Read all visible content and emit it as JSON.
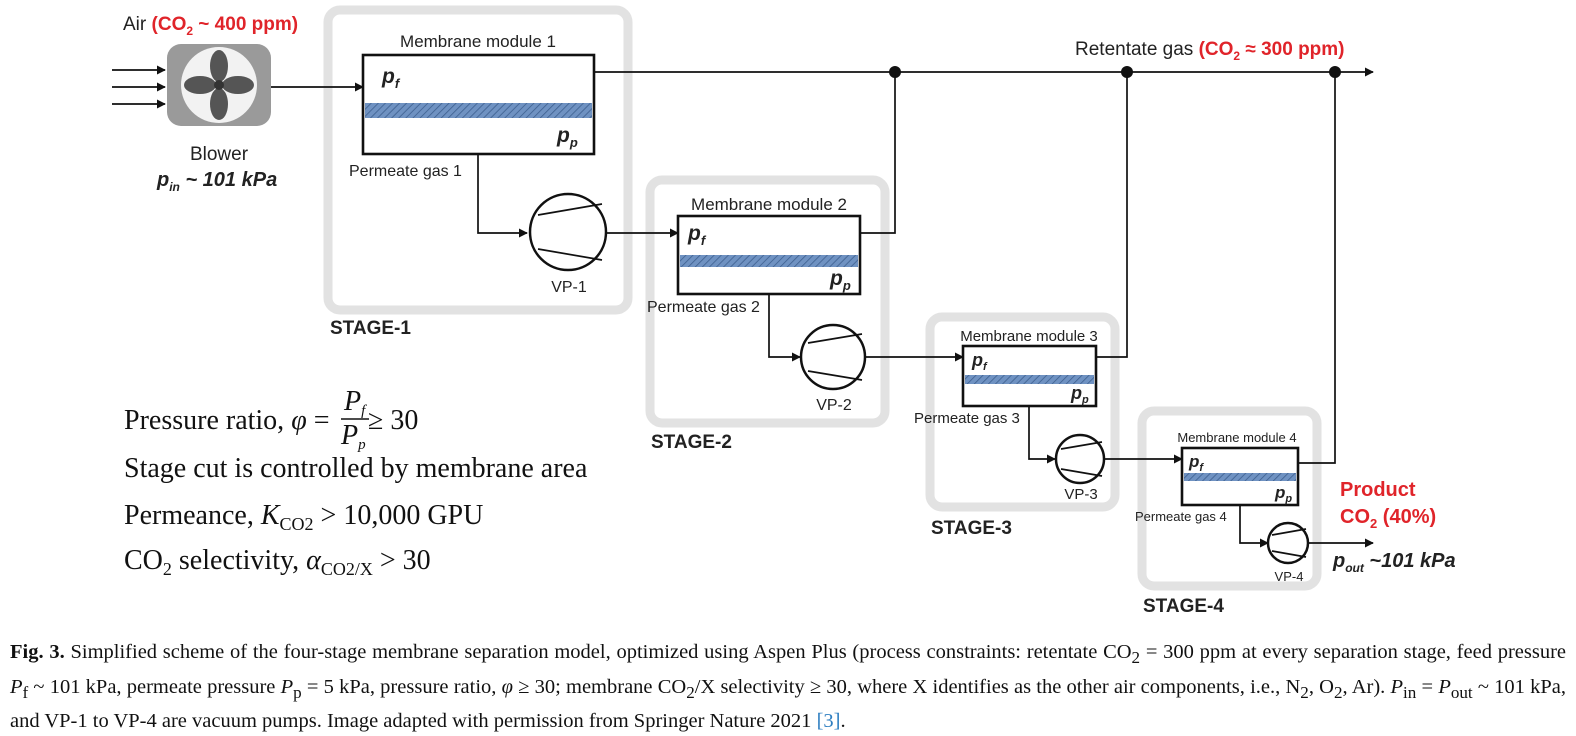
{
  "inlet": {
    "air_label": "Air",
    "co2_label": "(CO",
    "co2_sub": "2",
    "co2_value": " ~ 400 ppm)",
    "blower_label": "Blower",
    "pin_label": "p",
    "pin_sub": "in",
    "pin_value": " ~ 101 kPa"
  },
  "retentate": {
    "label": "Retentate gas",
    "co2_label": "(CO",
    "co2_sub": "2",
    "co2_value": " ≈ 300 ppm)"
  },
  "pressure_symbols": {
    "feed": "p",
    "feed_sub": "f",
    "permeate": "p",
    "permeate_sub": "p"
  },
  "stages": [
    {
      "stage_label": "STAGE-1",
      "module_label": "Membrane module 1",
      "permeate_label": "Permeate gas 1",
      "pump_label": "VP-1"
    },
    {
      "stage_label": "STAGE-2",
      "module_label": "Membrane module 2",
      "permeate_label": "Permeate gas 2",
      "pump_label": "VP-2"
    },
    {
      "stage_label": "STAGE-3",
      "module_label": "Membrane module 3",
      "permeate_label": "Permeate gas 3",
      "pump_label": "VP-3"
    },
    {
      "stage_label": "STAGE-4",
      "module_label": "Membrane module 4",
      "permeate_label": "Permeate gas 4",
      "pump_label": "VP-4"
    }
  ],
  "product": {
    "line1": "Product",
    "line2_a": "CO",
    "line2_sub": "2",
    "line2_b": " (40%)",
    "pout_label": "p",
    "pout_sub": "out",
    "pout_value": " ~101 kPa"
  },
  "notes": {
    "pressure_ratio_label": "Pressure ratio, ",
    "phi": "φ",
    "equals": " = ",
    "numerator": "P",
    "numerator_sub": "f",
    "denominator": "P",
    "denominator_sub": "p",
    "ratio_tail": " ≥ 30",
    "stage_cut": "Stage cut is controlled by membrane area",
    "permeance_label": "Permeance, ",
    "permeance_symbol": "K",
    "permeance_sub": "CO2",
    "permeance_tail": " > 10,000 GPU",
    "selectivity_a": "CO",
    "selectivity_sub": "2",
    "selectivity_b": " selectivity, ",
    "selectivity_symbol": "α",
    "selectivity_sub2": "CO2/X",
    "selectivity_tail": " > 30"
  },
  "caption": {
    "fig_label": "Fig. 3.",
    "t1": " Simplified scheme of the four-stage membrane separation model, optimized using Aspen Plus (process constraints: retentate CO",
    "s1": "2",
    "t2": " = 300 ppm at every separation stage, feed pressure ",
    "v1": "P",
    "s2": "f",
    "t3": " ~ 101 kPa, permeate pressure ",
    "v2": "P",
    "s3": "p",
    "t4": " = 5 kPa, pressure ratio, ",
    "v3": "φ",
    "t5": " ≥ 30; membrane CO",
    "s4": "2",
    "t6": "/X selectivity ≥ 30, where X identifies as the other air components, i.e., N",
    "s5": "2",
    "t7": ", O",
    "s6": "2",
    "t8": ", Ar). ",
    "v4": "P",
    "s7": "in",
    "t9": " = ",
    "v5": "P",
    "s8": "out",
    "t10": " ~ 101 kPa, and VP-1 to VP-4 are vacuum pumps. Image adapted with permission from Springer Nature 2021 ",
    "citation": "[3]",
    "t11": "."
  },
  "colors": {
    "accent_red": "#e0242a",
    "membrane_blue": "#5a82b4",
    "stage_frame_gray": "#e2e2e2",
    "blower_gray": "#9a9a9a",
    "citation_blue": "#2f7fc1"
  }
}
